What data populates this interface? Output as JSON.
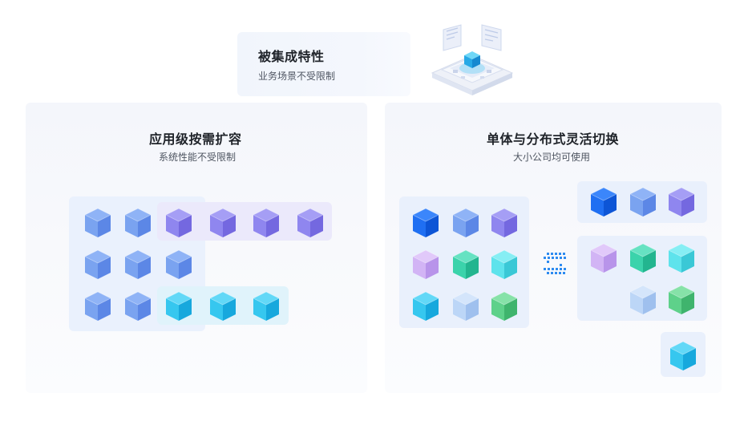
{
  "card_top": {
    "title": "被集成特性",
    "subtitle": "业务场景不受限制"
  },
  "left_section": {
    "title": "应用级按需扩容",
    "subtitle": "系统性能不受限制"
  },
  "right_section": {
    "title": "单体与分布式灵活切换",
    "subtitle": "大小公司均可使用"
  },
  "colors": {
    "blue": [
      "#7aa3f0",
      "#5c87e6",
      "#8fb3f6"
    ],
    "purple": [
      "#8f86ef",
      "#7468e0",
      "#a59ef5"
    ],
    "cyan": [
      "#36c7ef",
      "#17a8dd",
      "#62d8f7"
    ],
    "deep_blue": [
      "#1f6ff2",
      "#0d55d6",
      "#3b86fb"
    ],
    "lilac": [
      "#d2b4f5",
      "#b894ea",
      "#e1c9fa"
    ],
    "green": [
      "#3bd3ab",
      "#23b58f",
      "#66e2c2"
    ],
    "aqua": [
      "#5ee3ec",
      "#3ac8d6",
      "#86eef4"
    ],
    "pale_blue": [
      "#bcd6f7",
      "#9fc0ee",
      "#d4e5fb"
    ],
    "leaf": [
      "#5ed18a",
      "#3fb46d",
      "#86e2a8"
    ]
  },
  "icons": [
    "server-platform-illustration-icon",
    "cube-icon",
    "bidirectional-arrows-icon"
  ]
}
